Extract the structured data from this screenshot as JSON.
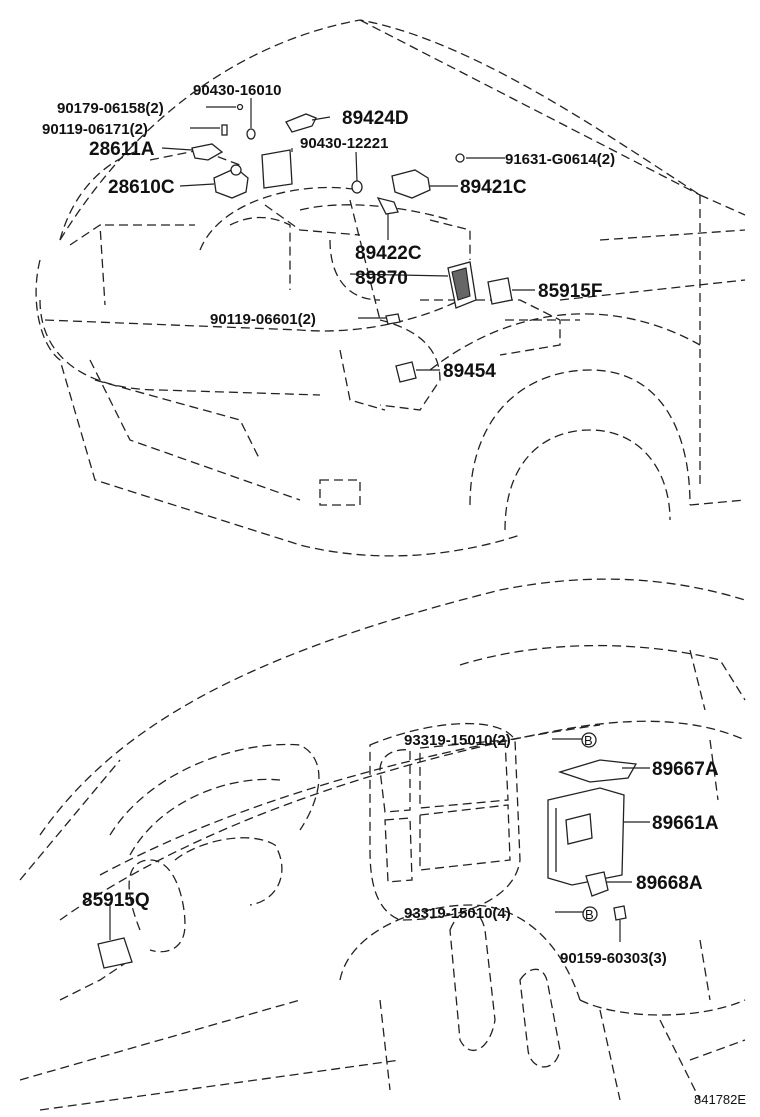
{
  "diagram": {
    "reference_code": "841782E",
    "engine_bay_labels": [
      "90430-16010",
      "90179-06158(2)",
      "90119-06171(2)",
      "89424D",
      "28611A",
      "90430-12221",
      "28610C",
      "91631-G0614(2)",
      "89421C",
      "89422C",
      "89870",
      "85915F",
      "90119-06601(2)",
      "89454"
    ],
    "cabin_labels": [
      "93319-15010(2)",
      "89667A",
      "89661A",
      "85915Q",
      "89668A",
      "93319-15010(4)",
      "90159-60303(3)"
    ]
  }
}
